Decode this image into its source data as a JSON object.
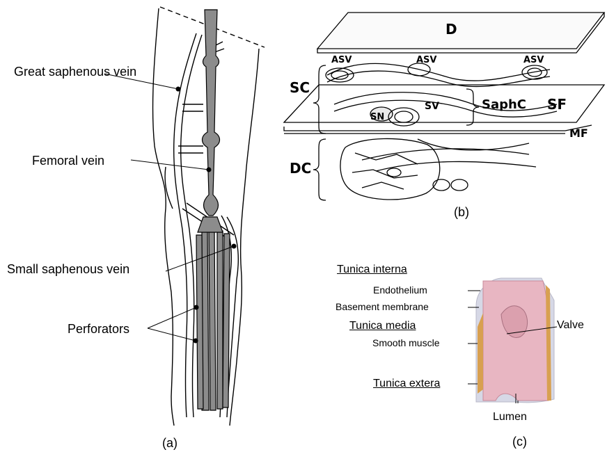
{
  "panel_a": {
    "caption": "(a)",
    "labels": {
      "great_saphenous": "Great saphenous vein",
      "femoral": "Femoral vein",
      "small_saphenous": "Small saphenous vein",
      "perforators": "Perforators"
    }
  },
  "panel_b": {
    "caption": "(b)",
    "labels": {
      "d": "D",
      "sc": "SC",
      "asv1": "ASV",
      "asv2": "ASV",
      "asv3": "ASV",
      "sn": "SN",
      "sv": "SV",
      "saphc": "SaphC",
      "sf": "SF",
      "mf": "MF",
      "dc": "DC"
    }
  },
  "panel_c": {
    "caption": "(c)",
    "labels": {
      "tunica_interna": "Tunica interna",
      "endothelium": "Endothelium",
      "basement_membrane": "Basement membrane",
      "tunica_media": "Tunica media",
      "smooth_muscle": "Smooth muscle",
      "valve": "Valve",
      "tunica_extera": "Tunica extera",
      "lumen": "Lumen"
    }
  },
  "colors": {
    "vein_fill": "#8c8c8c",
    "vessel_pink": "#e8b6c2",
    "vessel_edge": "#c9c9d6",
    "stripe": "#d8a050"
  }
}
